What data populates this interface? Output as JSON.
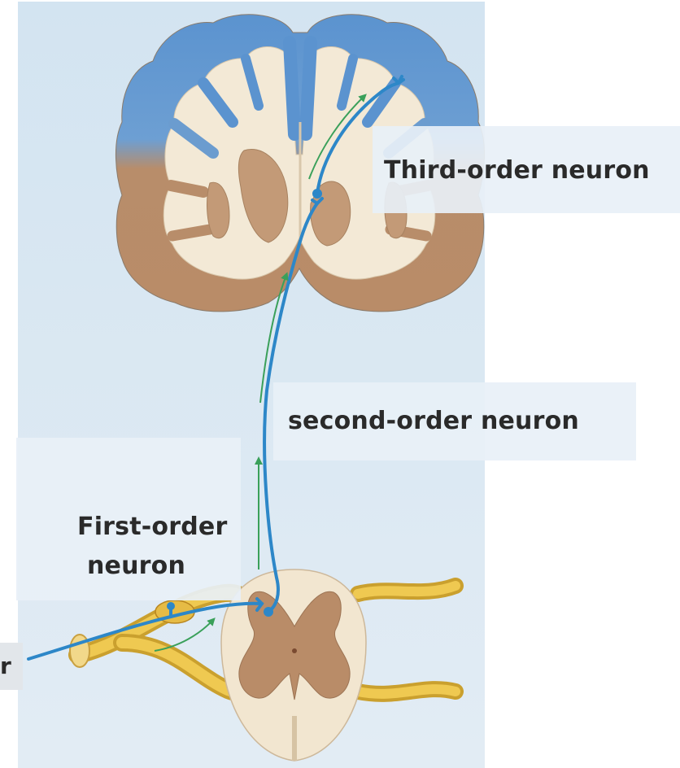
{
  "diagram": {
    "labels": {
      "third_order": "Third-order neuron",
      "second_order": "second-order neuron",
      "first_order_line1": "First-order",
      "first_order_line2": "neuron",
      "receptor_fragment": "r"
    },
    "colors": {
      "panel_background": "#dbe8f2",
      "cortex_gray_matter_upper": "#5b93cf",
      "cortex_gray_matter_lower": "#b88d6a",
      "white_matter": "#f3e9d6",
      "neuron_pathway": "#2d87c8",
      "arrow": "#3aa05a",
      "nerve": "#e0b43c",
      "label_box": "#e8f0f7"
    }
  }
}
